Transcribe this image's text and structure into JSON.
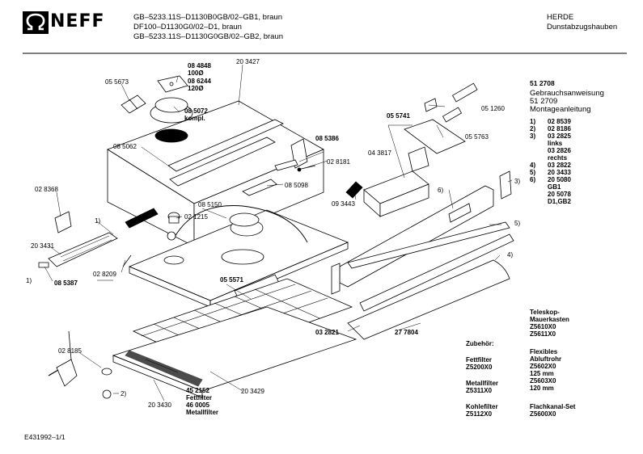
{
  "brand": "NEFF",
  "header": {
    "models": [
      "GB–5233.11S–D1130B0GB/02–GB1, braun",
      "DF100–D1130G0/02–D1, braun",
      "GB–5233.11S–D1130G0GB/02–GB2, braun"
    ],
    "category_1": "HERDE",
    "category_2": "Dunstabzugshauben"
  },
  "docs": {
    "code_1": "51 2708",
    "label_1": "Gebrauchsanweisung",
    "code_2": "51 2709",
    "label_2": "Montageanleitung"
  },
  "footnotes": [
    {
      "num": "1)",
      "code": "02 8539"
    },
    {
      "num": "2)",
      "code": "02 8186"
    },
    {
      "num": "3)",
      "code": "03 2825"
    },
    {
      "num": "",
      "code": "links"
    },
    {
      "num": "",
      "code": "03 2826"
    },
    {
      "num": "",
      "code": "rechts"
    },
    {
      "num": "4)",
      "code": "03 2822"
    },
    {
      "num": "5)",
      "code": "20 3433"
    },
    {
      "num": "6)",
      "code": "20 5080"
    },
    {
      "num": "",
      "code": "GB1"
    },
    {
      "num": "",
      "code": "20 5078"
    },
    {
      "num": "",
      "code": "D1,GB2"
    }
  ],
  "accessories": {
    "title": "Zubehör:",
    "fett_label": "Fettfilter",
    "fett_code": "Z5200X0",
    "metall_label": "Metallfilter",
    "metall_code": "Z5311X0",
    "kohle_label": "Kohlefilter",
    "kohle_code": "Z5112X0",
    "teleskop_1": "Teleskop-",
    "teleskop_2": "Mauerkasten",
    "teleskop_c1": "Z5610X0",
    "teleskop_c2": "Z5611X0",
    "flex_1": "Flexibles",
    "flex_2": "Abluftrohr",
    "flex_c1": "Z5602X0",
    "flex_s1": "125 mm",
    "flex_c2": "Z5603X0",
    "flex_s2": "120 mm",
    "kanal_1": "Flachkanal-Set",
    "kanal_c": "Z5600X0"
  },
  "labels": {
    "p084848": "08 4848",
    "p100": "100Ø",
    "p086244": "08 6244",
    "p120": "120Ø",
    "p203427": "20 3427",
    "p055673": "05 5673",
    "p085072": "08 5072",
    "p085072b": "kompl.",
    "p085062": "08 5062",
    "p085386": "08 5386",
    "p028181": "02 8181",
    "p085098": "08 5098",
    "p055741": "05 5741",
    "p051260": "05 1260",
    "p043817": "04 3817",
    "p055763": "05 5763",
    "p093443": "09 3443",
    "p028368": "02 8368",
    "p085150": "08 5150",
    "p021215": "02 1215",
    "p203431": "20 3431",
    "p085387": "08 5387",
    "p028209": "02 8209",
    "p055571": "05 5571",
    "p028185": "02 8185",
    "p452152": "45 2152",
    "pfett": "Fettfilter",
    "p460005": "46 0005",
    "pmetall": "Metallfilter",
    "p203430": "20 3430",
    "p203429": "20 3429",
    "p032821": "03 2821",
    "p277804": "27 7804",
    "c1a": "1)",
    "c1b": "1)",
    "c2": "2)",
    "c3": "3)",
    "c4": "4)",
    "c5": "5)",
    "c6": "6)"
  },
  "footer": "E431992–1/1"
}
